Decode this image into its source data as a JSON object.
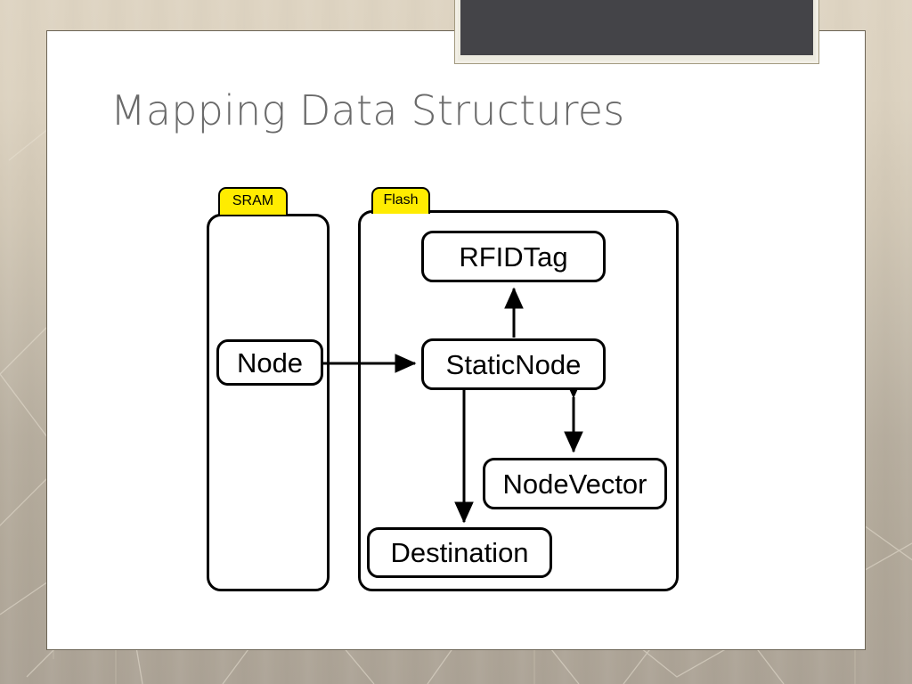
{
  "slide": {
    "title": "Mapping Data Structures"
  },
  "diagram": {
    "type": "block-diagram",
    "containers": [
      {
        "id": "sram",
        "tab_label": "SRAM",
        "tab_color": "#ffec00"
      },
      {
        "id": "flash",
        "tab_label": "Flash",
        "tab_color": "#ffec00"
      }
    ],
    "boxes": [
      {
        "id": "node",
        "label": "Node",
        "container": "sram"
      },
      {
        "id": "rfidtag",
        "label": "RFIDTag",
        "container": "flash"
      },
      {
        "id": "staticnode",
        "label": "StaticNode",
        "container": "flash"
      },
      {
        "id": "nodevector",
        "label": "NodeVector",
        "container": "flash"
      },
      {
        "id": "destination",
        "label": "Destination",
        "container": "flash"
      }
    ],
    "edges": [
      {
        "from": "node",
        "to": "rfidtag",
        "direction": "single",
        "orientation": "horizontal"
      },
      {
        "from": "node",
        "to": "staticnode",
        "direction": "single",
        "orientation": "horizontal"
      },
      {
        "from": "staticnode",
        "to": "rfidtag",
        "direction": "single",
        "orientation": "vertical-up"
      },
      {
        "from": "staticnode",
        "to": "destination",
        "direction": "single",
        "orientation": "vertical-down"
      },
      {
        "from": "staticnode",
        "to": "nodevector",
        "direction": "double",
        "orientation": "vertical"
      }
    ]
  },
  "colors": {
    "tab_yellow": "#ffec00",
    "title_gray": "#6a6a6a",
    "stroke_black": "#000000",
    "slide_white": "#ffffff",
    "deco_dark": "#444448",
    "background_taupe": "#b4ab9c"
  }
}
